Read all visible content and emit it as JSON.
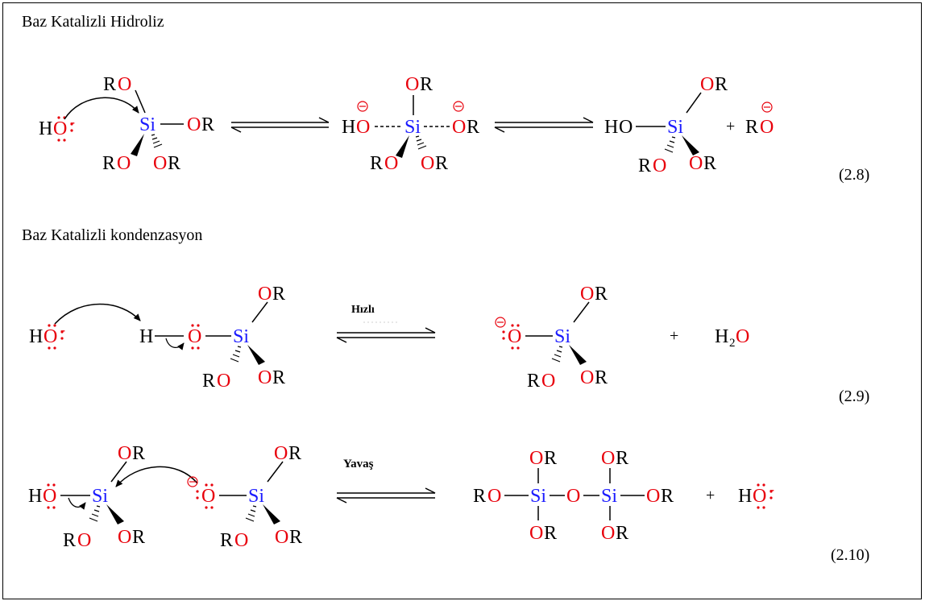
{
  "headings": {
    "hydrolysis": "Baz Katalizli Hidroliz",
    "condensation": "Baz Katalizli kondenzasyon"
  },
  "equation_numbers": {
    "eq1": "(2.8)",
    "eq2": "(2.9)",
    "eq3": "(2.10)"
  },
  "arrow_labels": {
    "fast": "Hızlı",
    "slow": "Yavaş"
  },
  "atoms": {
    "si": "Si",
    "o": "O",
    "r": "R",
    "h": "H",
    "two": "2",
    "plus": "+"
  },
  "colors": {
    "oxygen": "#e8000b",
    "silicon": "#1a1aff",
    "text": "#000000"
  }
}
